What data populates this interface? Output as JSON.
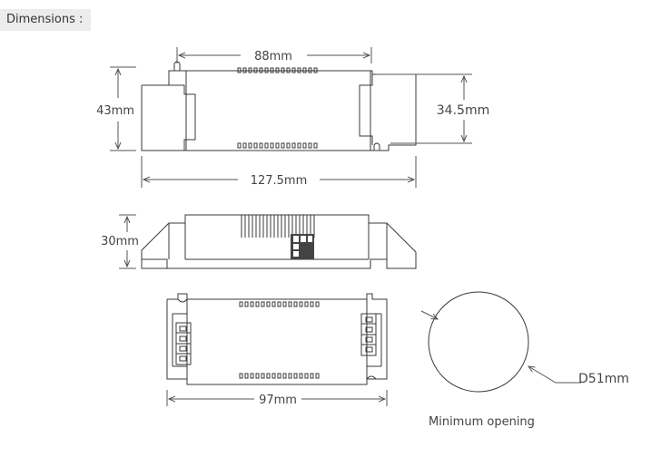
{
  "header": {
    "tag_label": "Dimensions :"
  },
  "top_view": {
    "width_label": "88mm",
    "height_label": "43mm",
    "terminal_height_label": "34.5mm",
    "length_label": "127.5mm"
  },
  "side_view": {
    "height_label": "30mm"
  },
  "bottom_view": {
    "width_label": "97mm"
  },
  "opening": {
    "diameter_label": "D51mm",
    "caption": "Minimum opening"
  },
  "colors": {
    "line": "#3a3a3a",
    "dim_line": "#555555",
    "tag_bg": "#ececec",
    "switch_dark": "#444444"
  }
}
